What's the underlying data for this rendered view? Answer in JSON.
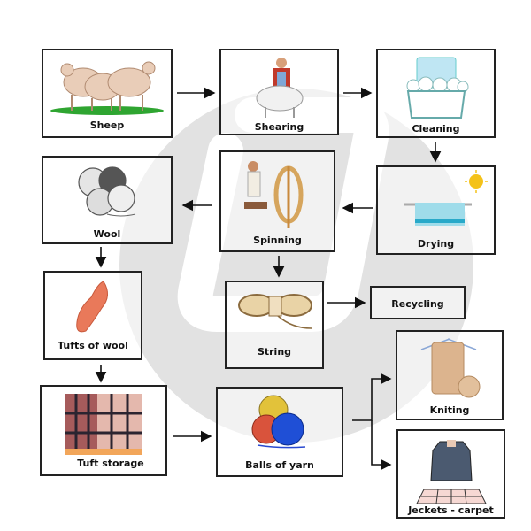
{
  "nodes": {
    "sheep": {
      "label": "Sheep"
    },
    "shearing": {
      "label": "Shearing"
    },
    "cleaning": {
      "label": "Cleaning"
    },
    "drying": {
      "label": "Drying"
    },
    "spinning": {
      "label": "Spinning"
    },
    "wool": {
      "label": "Wool"
    },
    "tufts": {
      "label": "Tufts of wool"
    },
    "string": {
      "label": "String"
    },
    "recycling": {
      "label": "Recycling"
    },
    "storage": {
      "label": "Tuft storage"
    },
    "yarn": {
      "label": "Balls of yarn"
    },
    "knitting": {
      "label": "Kniting"
    },
    "jackets": {
      "label": "Jeckets - carpet"
    }
  },
  "edges": [
    [
      "sheep",
      "shearing"
    ],
    [
      "shearing",
      "cleaning"
    ],
    [
      "cleaning",
      "drying"
    ],
    [
      "drying",
      "spinning"
    ],
    [
      "spinning",
      "wool"
    ],
    [
      "wool",
      "tufts"
    ],
    [
      "spinning",
      "string"
    ],
    [
      "string",
      "recycling"
    ],
    [
      "tufts",
      "storage"
    ],
    [
      "storage",
      "yarn"
    ],
    [
      "yarn",
      "knitting"
    ],
    [
      "yarn",
      "jackets"
    ]
  ],
  "colors": {
    "watermark": "#e2e2e2",
    "border": "#222222"
  }
}
